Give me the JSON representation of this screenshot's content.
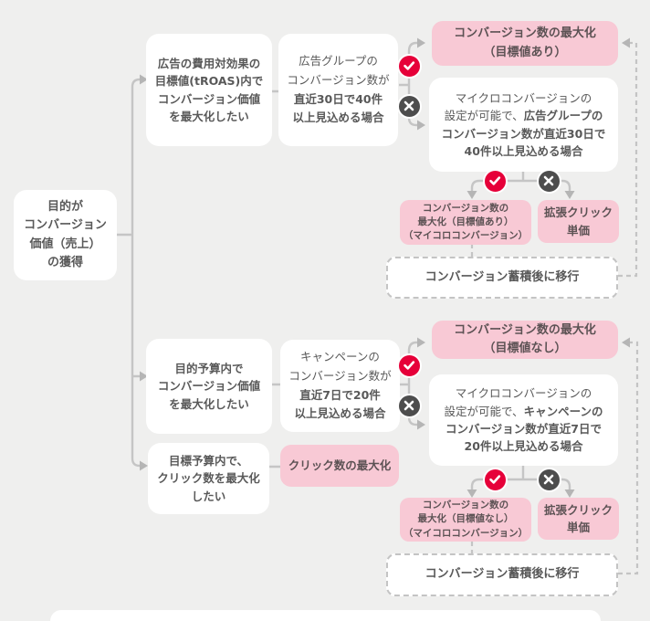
{
  "colors": {
    "bg": "#efefee",
    "card": "#ffffff",
    "pink": "#f8c9d5",
    "text": "#595959",
    "pinktext": "#5c5254",
    "line": "#c5c5c5",
    "arrow": "#b5b5b5",
    "dash": "#c4c4c4",
    "check": "#e60039",
    "cross": "#4d4d4d"
  },
  "icons": {
    "yes": "check-icon",
    "no": "cross-icon"
  },
  "root": {
    "text": "目的が\nコンバージョン\n価値（売上）\nの獲得"
  },
  "branch1": {
    "goal": "広告の費用対効果の\n目標値(tROAS)内で\nコンバージョン価値\nを最大化したい",
    "condition_normal": "広告グループの\nコンバージョン数が\n",
    "condition_bold": "直近30日で40件\n以上見込める場合",
    "result_yes": "コンバージョン数の最大化\n（目標値あり）",
    "micro_normal": "マイクロコンバージョンの\n設定が可能で、",
    "micro_bold": "広告グループの\nコンバージョン数が直近30日で\n40件以上見込める場合",
    "micro_yes": "コンバージョン数の\n最大化（目標値あり）\n（マイコロコンバージョン）",
    "micro_no": "拡張クリック\n単価",
    "transition": "コンバージョン蓄積後に移行"
  },
  "branch2": {
    "goal": "目的予算内で\nコンバージョン価値\nを最大化したい",
    "condition_normal": "キャンペーンの\nコンバージョン数が\n",
    "condition_bold": "直近7日で20件\n以上見込める場合",
    "result_yes": "コンバージョン数の最大化\n（目標値なし）",
    "micro_normal": "マイクロコンバージョンの\n設定が可能で、",
    "micro_bold": "キャンペーンの\nコンバージョン数が直近7日で\n20件以上見込める場合",
    "micro_yes": "コンバージョン数の\n最大化（目標値なし）\n（マイコロコンバージョン）",
    "micro_no": "拡張クリック\n単価",
    "transition": "コンバージョン蓄積後に移行"
  },
  "branch3": {
    "goal": "目標予算内で、\nクリック数を最大化\nしたい",
    "result": "クリック数の最大化"
  }
}
